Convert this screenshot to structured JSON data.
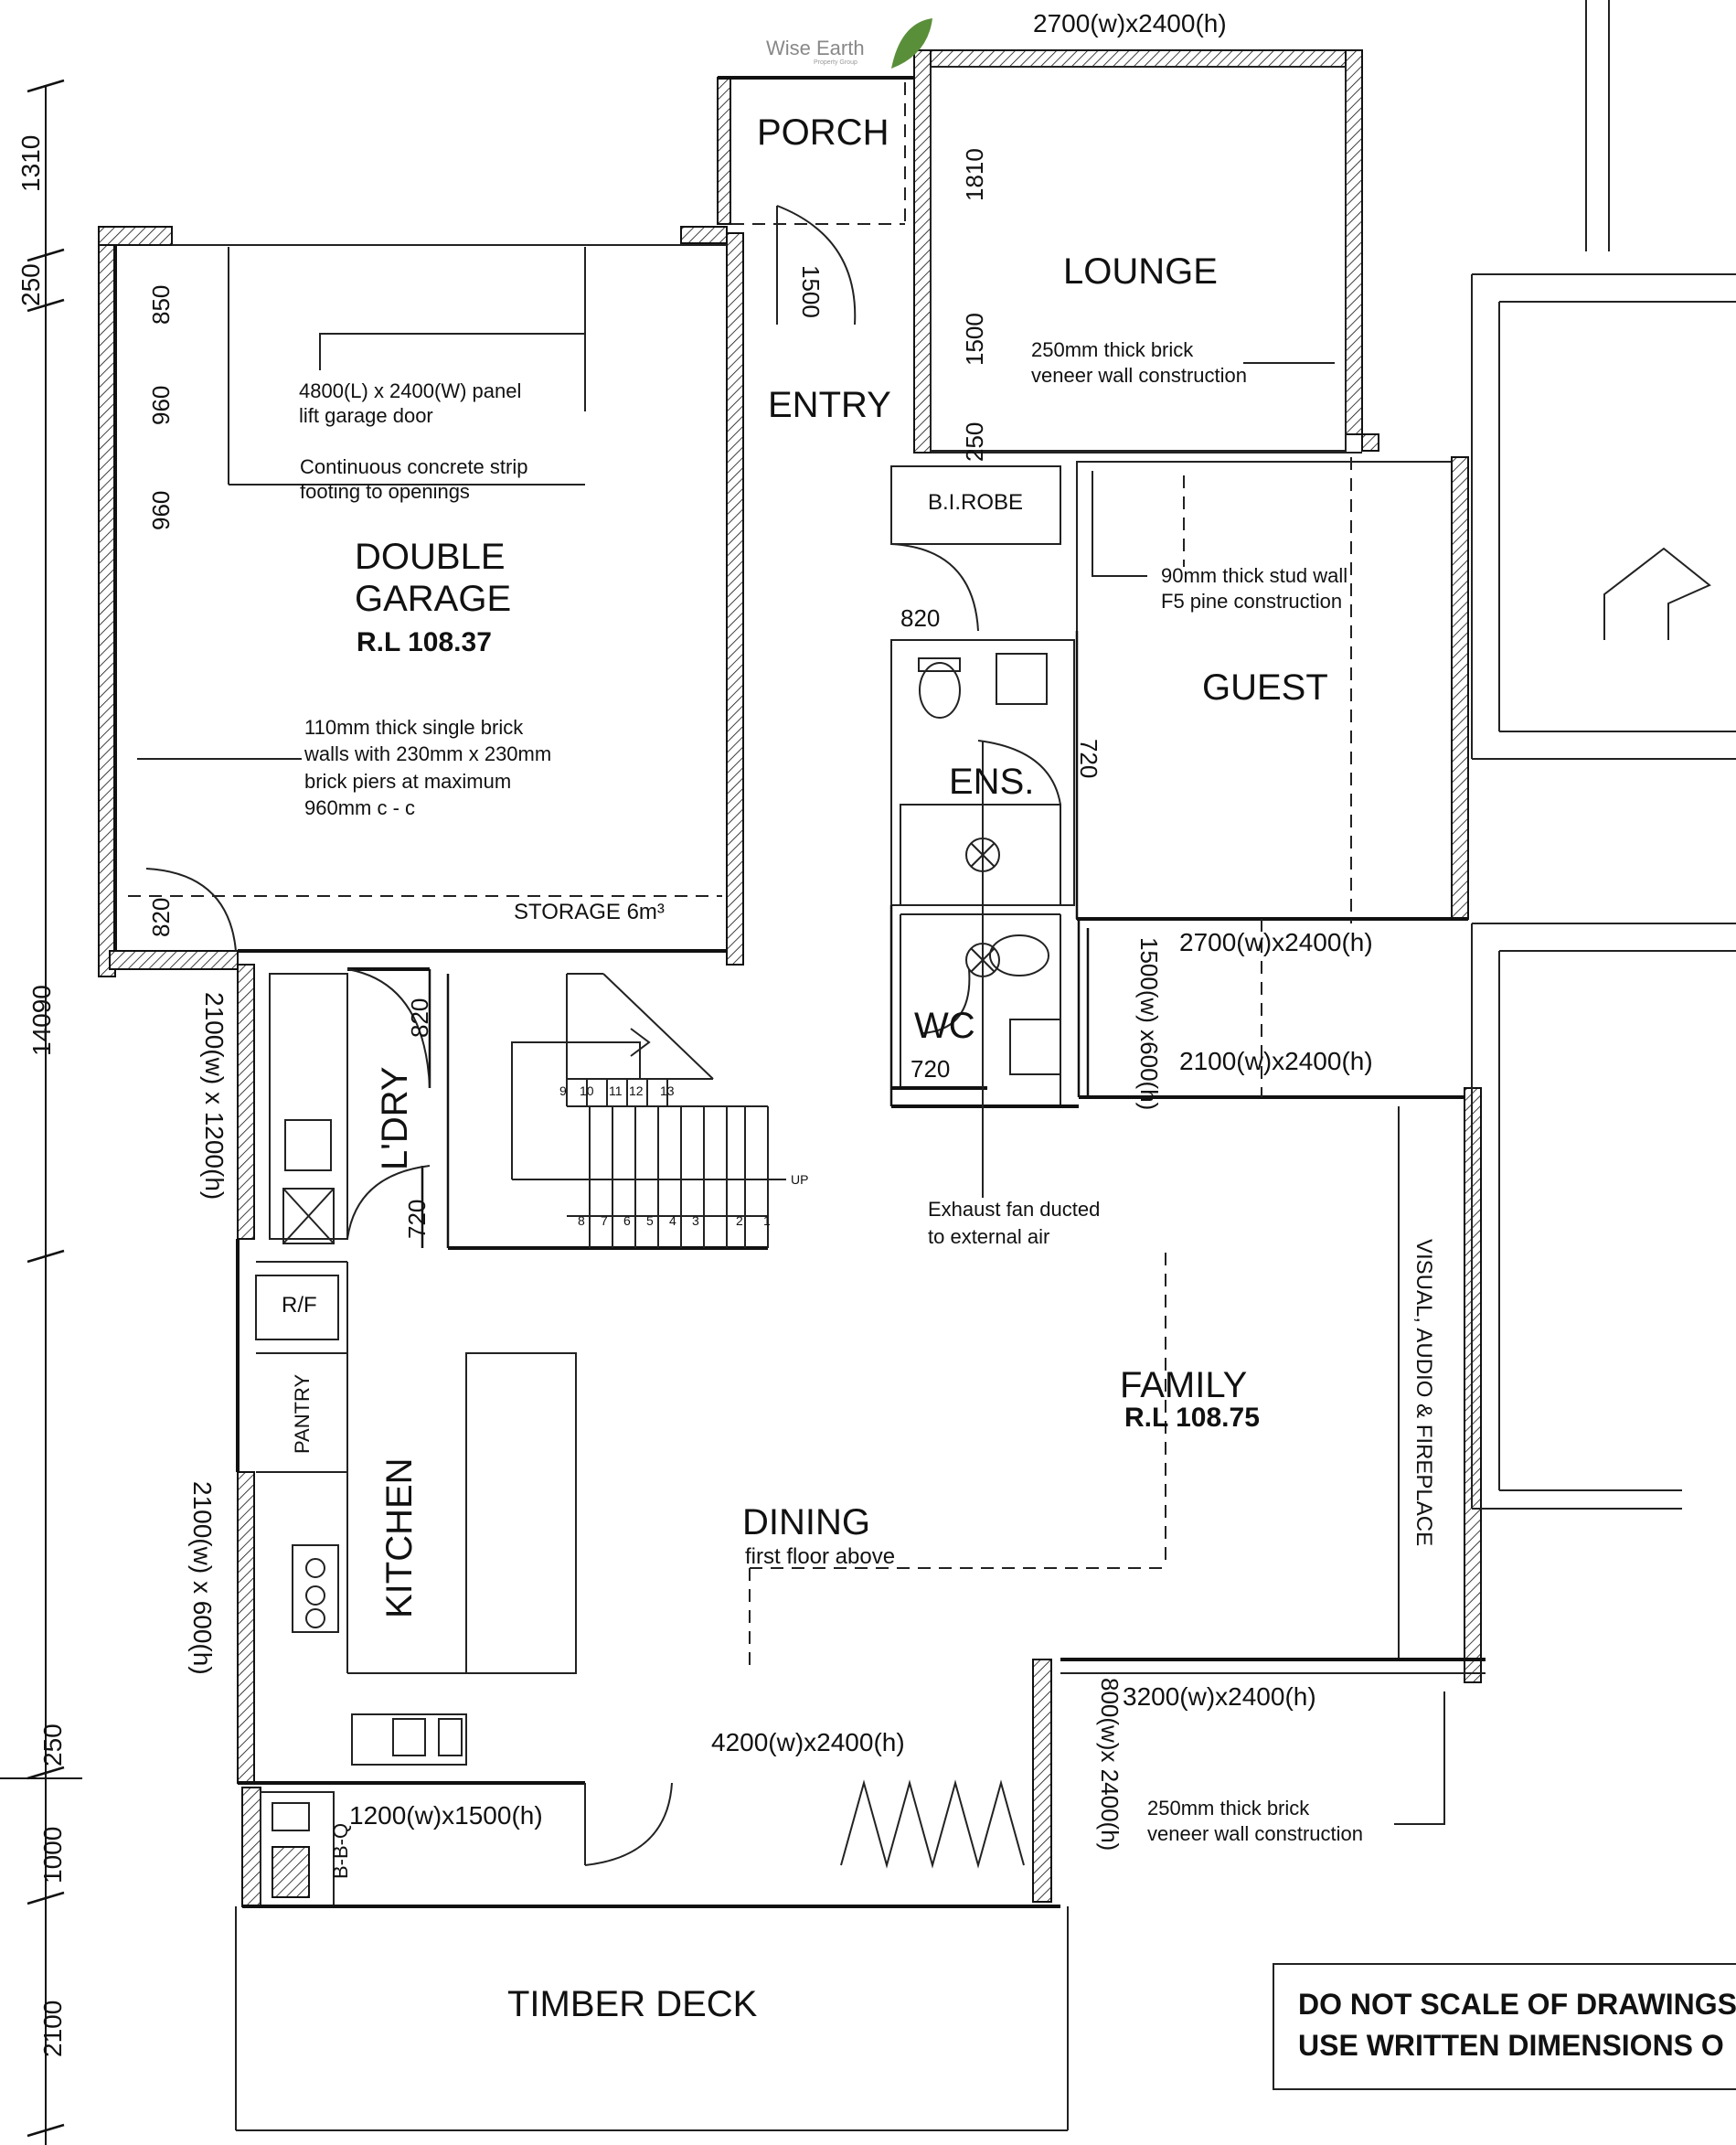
{
  "logo": {
    "name": "Wise Earth",
    "sub": "Property Group",
    "leaf_color": "#5a8f3a"
  },
  "rooms": {
    "porch": "PORCH",
    "lounge": "LOUNGE",
    "entry": "ENTRY",
    "garage_1": "DOUBLE",
    "garage_2": "GARAGE",
    "garage_rl": "R.L 108.37",
    "robe": "B.I.ROBE",
    "guest": "GUEST",
    "ens": "ENS.",
    "wc": "WC",
    "laundry": "L'DRY",
    "rf": "R/F",
    "pantry": "PANTRY",
    "kitchen": "KITCHEN",
    "dining": "DINING",
    "dining_note": "first floor above",
    "family": "FAMILY",
    "family_rl": "R.L 108.75",
    "storage": "STORAGE 6m³",
    "bbq": "B-B-Q",
    "deck": "TIMBER DECK",
    "visual": "VISUAL, AUDIO & FIREPLACE",
    "up": "UP"
  },
  "notes": {
    "garage_door_1": "4800(L) x 2400(W) panel",
    "garage_door_2": "lift garage door",
    "footing_1": "Continuous concrete strip",
    "footing_2": "footing to openings",
    "brick_single_1": "110mm thick single brick",
    "brick_single_2": "walls with 230mm x 230mm",
    "brick_single_3": "brick piers at maximum",
    "brick_single_4": "960mm c - c",
    "veneer_1": "250mm thick brick",
    "veneer_2": "veneer wall construction",
    "stud_1": "90mm thick stud wall",
    "stud_2": "F5 pine construction",
    "exhaust_1": "Exhaust  fan ducted",
    "exhaust_2": "to external air",
    "veneer_b1": "250mm thick brick",
    "veneer_b2": "veneer wall construction"
  },
  "windows": {
    "top": "2700(w)x2400(h)",
    "guest_bottom": "2700(w)x2400(h)",
    "wc_window": "1500(w) x600(h)",
    "family_top": "2100(w)x2400(h)",
    "laundry_side": "2100(w) x 1200(h)",
    "kitchen_side": "2100(w) x 600(h)",
    "dining_door": "4200(w)x2400(h)",
    "bbq_window": "1200(w)x1500(h)",
    "family_bottom": "3200(w)x2400(h)",
    "family_corner": "800(w)x 2400(h)"
  },
  "dims": {
    "porch_depth": "1500",
    "lounge_a": "1810",
    "lounge_b": "1500",
    "lounge_c": "250",
    "garage_a": "850",
    "garage_b": "960",
    "garage_c": "960",
    "door_820_a": "820",
    "door_820_b": "820",
    "door_820_c": "820",
    "door_720_a": "720",
    "door_720_b": "720",
    "door_720_c": "720",
    "left_1310": "1310",
    "left_250a": "250",
    "left_14090": "14090",
    "left_250b": "250",
    "left_1000": "1000",
    "left_2100": "2100",
    "stairs_top": [
      "9",
      "10",
      "11",
      "12",
      "13"
    ],
    "stairs_bottom": [
      "8",
      "7",
      "6",
      "5",
      "4",
      "3",
      "2",
      "1"
    ]
  },
  "warning": {
    "line1": "DO NOT SCALE OF DRAWINGS",
    "line2": "USE WRITTEN DIMENSIONS O"
  }
}
